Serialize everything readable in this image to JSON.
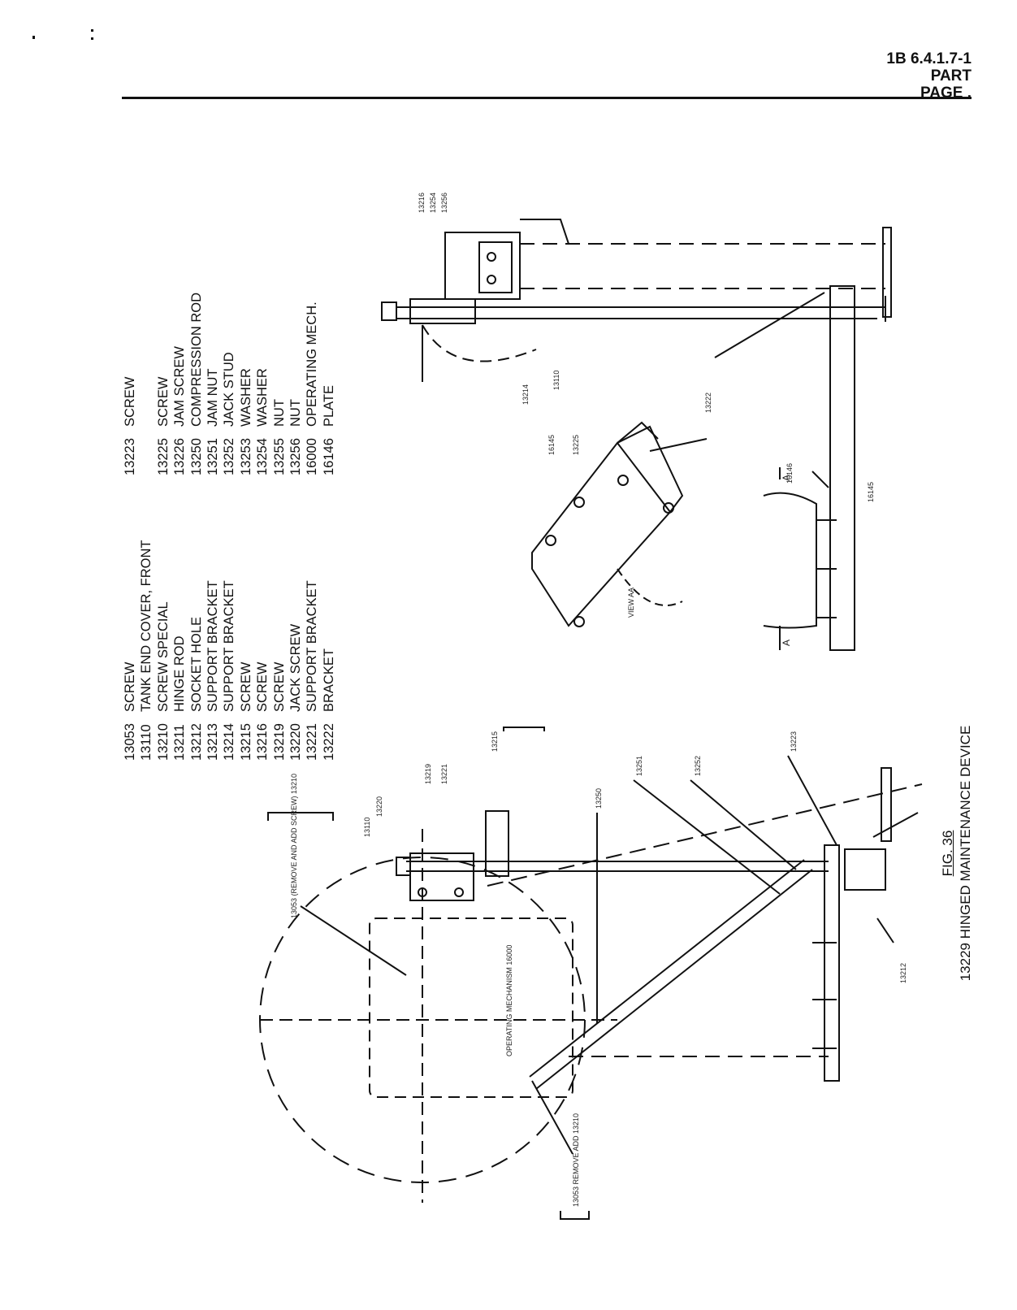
{
  "header": {
    "doc_number": "1B 6.4.1.7-1",
    "part": "PART",
    "page": "PAGE ."
  },
  "parts_list": {
    "column_a": [
      {
        "number": "13053",
        "description": "SCREW"
      },
      {
        "number": "13110",
        "description": "TANK END COVER, FRONT"
      },
      {
        "number": "13210",
        "description": "SCREW SPECIAL"
      },
      {
        "number": "13211",
        "description": "HINGE ROD"
      },
      {
        "number": "13212",
        "description": "SOCKET HOLE"
      },
      {
        "number": "13213",
        "description": "SUPPORT BRACKET"
      },
      {
        "number": "13214",
        "description": "SUPPORT BRACKET"
      },
      {
        "number": "13215",
        "description": "SCREW"
      },
      {
        "number": "13216",
        "description": "SCREW"
      },
      {
        "number": "13219",
        "description": "SCREW"
      },
      {
        "number": "13220",
        "description": "JACK SCREW"
      },
      {
        "number": "13221",
        "description": "SUPPORT BRACKET"
      },
      {
        "number": "13222",
        "description": "BRACKET"
      }
    ],
    "column_b": [
      {
        "number": "13223",
        "description": "SCREW"
      },
      {
        "number": "",
        "description": ""
      },
      {
        "number": "13225",
        "description": "SCREW"
      },
      {
        "number": "13226",
        "description": "JAM SCREW"
      },
      {
        "number": "13250",
        "description": "COMPRESSION ROD"
      },
      {
        "number": "13251",
        "description": "JAM NUT"
      },
      {
        "number": "13252",
        "description": "JACK STUD"
      },
      {
        "number": "13253",
        "description": "WASHER"
      },
      {
        "number": "13254",
        "description": "WASHER"
      },
      {
        "number": "13255",
        "description": "NUT"
      },
      {
        "number": "13256",
        "description": "NUT"
      },
      {
        "number": "16000",
        "description": "OPERATING MECH."
      },
      {
        "number": "16146",
        "description": "PLATE"
      }
    ]
  },
  "caption": {
    "figure": "FIG. 36",
    "title": "13229 HINGED MAINTENANCE DEVICE"
  },
  "callouts": {
    "c13216": "13216",
    "c13254": "13254",
    "c13256": "13256",
    "c13214": "13214",
    "c13110": "13110",
    "c13222": "13222",
    "c16145a": "16145",
    "c13225": "13225",
    "c16146": "16146",
    "c16145b": "16145",
    "view_aa": "VIEW AA",
    "sec_a1": "A",
    "sec_a2": "A",
    "remove_add_top": "13053 (REMOVE AND ADD SCREW) 13210",
    "c13110b": "13110",
    "c13220": "13220",
    "c13219": "13219",
    "c13221": "13221",
    "c13215": "13215",
    "c13250": "13250",
    "c13251": "13251",
    "c13252": "13252",
    "c13223": "13223",
    "c13212": "13212",
    "op_mech": "OPERATING MECHANISM 16000",
    "remove_add_bottom": "13053 REMOVE ADD 13210"
  }
}
